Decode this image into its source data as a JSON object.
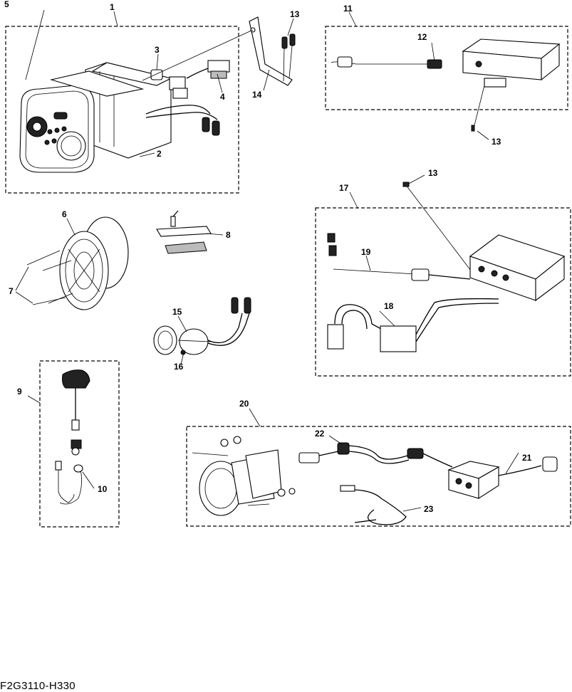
{
  "figure_code": "F2G3110-H330",
  "callouts": {
    "c1": "1",
    "c2": "2",
    "c3": "3",
    "c4": "4",
    "c5": "5",
    "c6": "6",
    "c7": "7",
    "c8": "8",
    "c9": "9",
    "c10": "10",
    "c11": "11",
    "c12": "12",
    "c13a": "13",
    "c13b": "13",
    "c13c": "13",
    "c14": "14",
    "c15": "15",
    "c16": "16",
    "c17": "17",
    "c18": "18",
    "c19": "19",
    "c20": "20",
    "c21": "21",
    "c22": "22",
    "c23": "23"
  }
}
